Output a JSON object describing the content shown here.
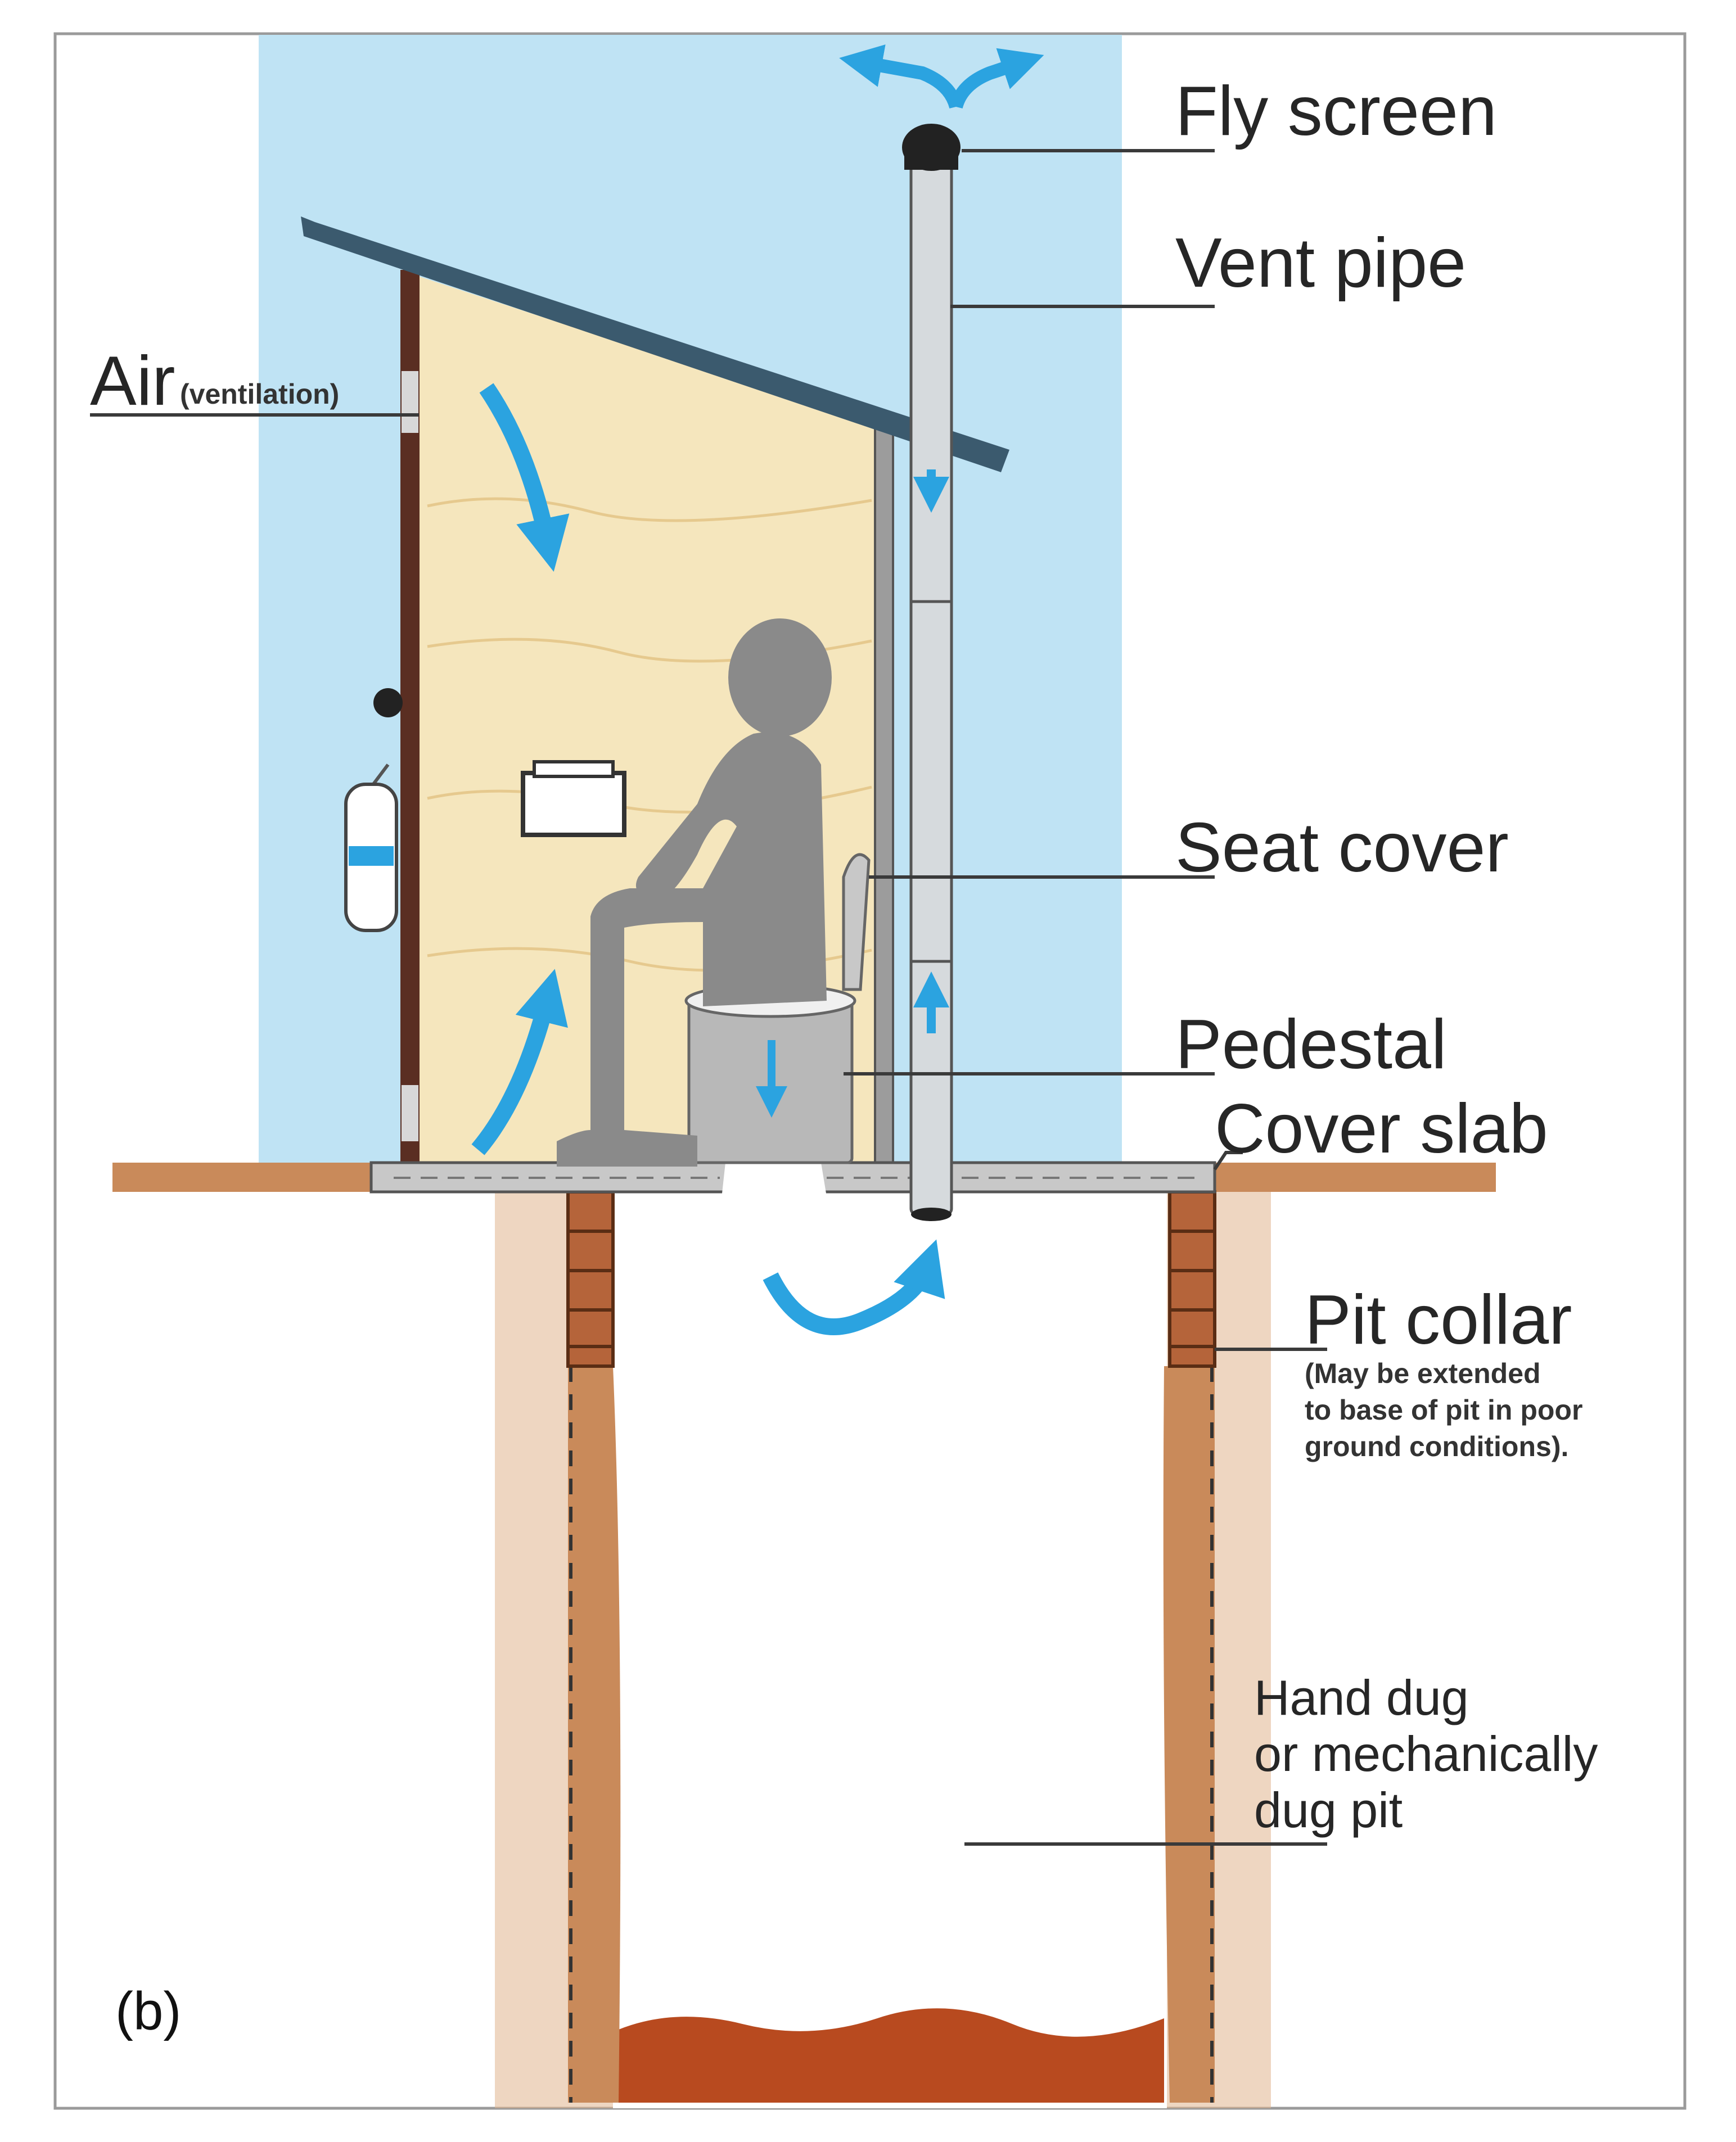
{
  "figure": {
    "panel_tag": "(b)",
    "colors": {
      "sky": "#bfe3f4",
      "wall_interior": "#f5e6bd",
      "roof": "#3b5a6e",
      "ground": "#c98a5a",
      "pit_fill": "#b84a1f",
      "brick": "#b5643a",
      "person": "#8a8a8a",
      "pipe": "#d6dadd",
      "airflow_arrow": "#2ba3e0",
      "leader_line": "#3a3a3a"
    },
    "icons": [
      "airflow-arrow-icon",
      "person-icon",
      "soap-dish-icon",
      "water-bottle-icon"
    ]
  },
  "labels": {
    "fly_screen": "Fly screen",
    "vent_pipe": "Vent pipe",
    "air": "Air",
    "air_note": "(ventilation)",
    "seat_cover": "Seat cover",
    "pedestal": "Pedestal",
    "cover_slab": "Cover slab",
    "pit_collar": "Pit collar",
    "pit_collar_note_1": "(May be extended",
    "pit_collar_note_2": "to base of pit in poor",
    "pit_collar_note_3": "ground conditions).",
    "pit_1": "Hand dug",
    "pit_2": "or mechanically",
    "pit_3": "dug pit"
  }
}
